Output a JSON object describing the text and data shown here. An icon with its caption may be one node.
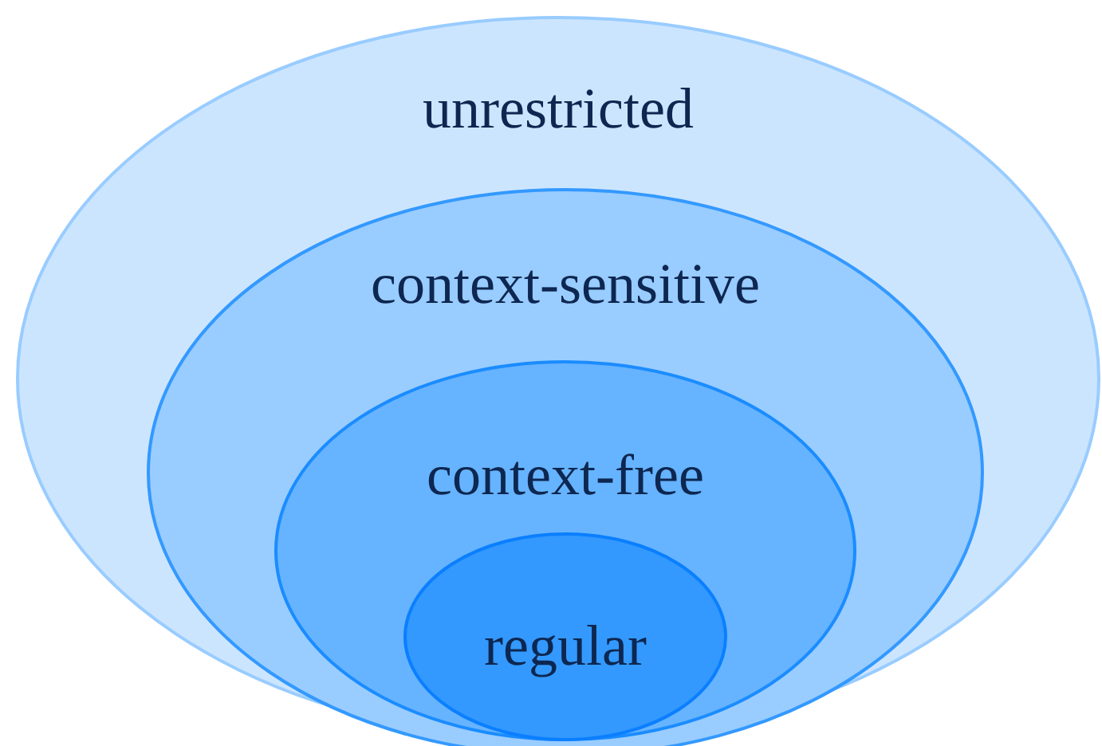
{
  "diagram": {
    "nodes": [
      {
        "text": [
          "unrestricted"
        ]
      },
      {
        "text": [
          "context-sensitive"
        ],
        "in": 0
      },
      {
        "text": [
          "context-free"
        ],
        "in": 1
      },
      {
        "text": [
          "regular"
        ],
        "in": 2
      }
    ]
  }
}
